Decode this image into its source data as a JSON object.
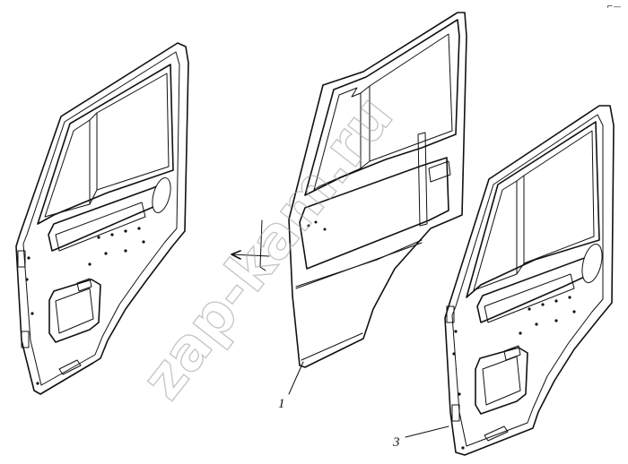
{
  "figure": {
    "callouts": [
      {
        "id": "1",
        "label": "1"
      },
      {
        "id": "3",
        "label": "3"
      }
    ],
    "watermark": "zap-kam.ru",
    "corner_mark": "⌐—"
  }
}
